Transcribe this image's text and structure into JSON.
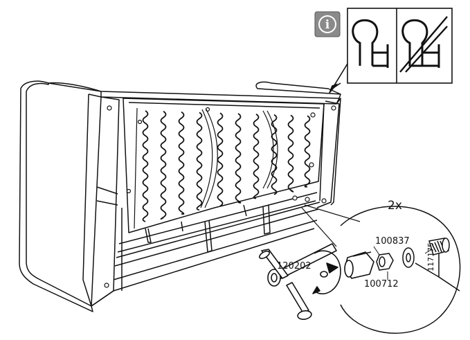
{
  "info_badge": {
    "glyph": "i",
    "color": "#8a8a8a"
  },
  "detail": {
    "quantity": "2x",
    "parts": {
      "p120202": "120202",
      "p100837": "100837",
      "p100712": "100712",
      "p117175": "117175"
    }
  },
  "icons": {
    "correct": "profile-correct-icon",
    "incorrect": "profile-incorrect-icon"
  },
  "colors": {
    "ink": "#111111",
    "paper": "#ffffff",
    "badge": "#8a8a8a"
  }
}
